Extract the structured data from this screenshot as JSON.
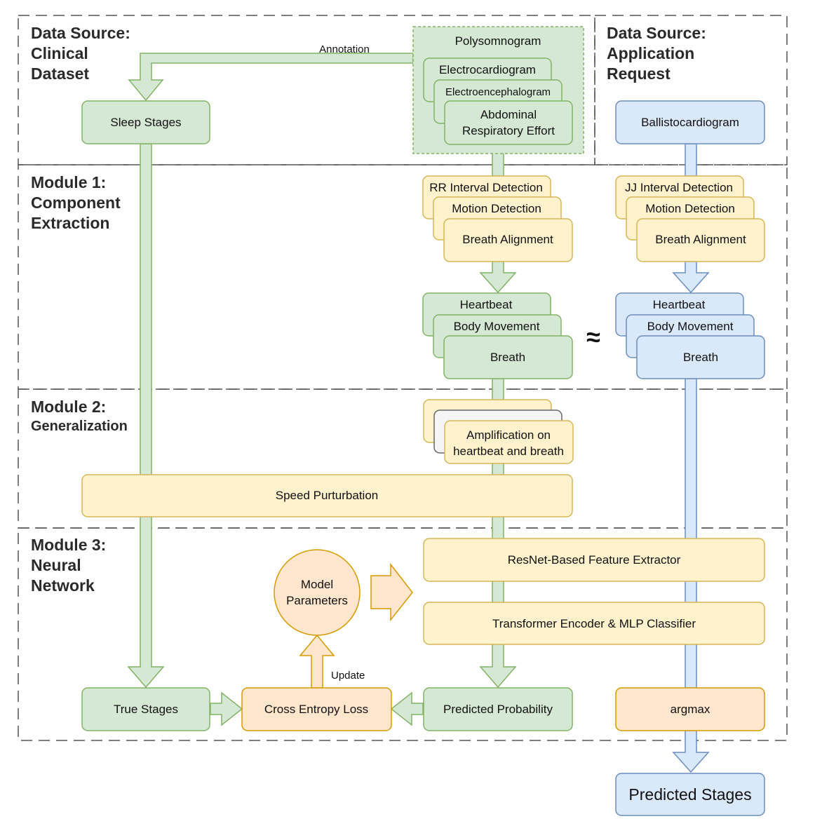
{
  "sections": {
    "clinical": [
      "Data Source:",
      "Clinical",
      "Dataset"
    ],
    "application": [
      "Data Source:",
      "Application",
      "Request"
    ],
    "module1": [
      "Module 1:",
      "Component",
      "Extraction"
    ],
    "module2": [
      "Module 2:",
      "Generalization"
    ],
    "module3": [
      "Module 3:",
      "Neural",
      "Network"
    ]
  },
  "clinical": {
    "polysomnogram": "Polysomnogram",
    "electrocardiogram": "Electrocardiogram",
    "electroencephalogram": "Electroencephalogram",
    "abdominal": [
      "Abdominal",
      "Respiratory Effort"
    ],
    "annotation": "Annotation",
    "sleep_stages": "Sleep Stages"
  },
  "application": {
    "ballistocardiogram": "Ballistocardiogram"
  },
  "module1": {
    "left_stack": [
      "RR Interval Detection",
      "Motion Detection",
      "Breath Alignment"
    ],
    "right_stack": [
      "JJ Interval Detection",
      "Motion Detection",
      "Breath Alignment"
    ],
    "left_components": [
      "Heartbeat",
      "Body Movement",
      "Breath"
    ],
    "right_components": [
      "Heartbeat",
      "Body Movement",
      "Breath"
    ],
    "approx": "≈"
  },
  "module2": {
    "amplification": [
      "Amplification on",
      "heartbeat and breath"
    ],
    "speed_perturbation": "Speed Purturbation"
  },
  "module3": {
    "model_parameters": [
      "Model",
      "Parameters"
    ],
    "feature_extractor": "ResNet-Based Feature Extractor",
    "transformer": "Transformer Encoder & MLP Classifier",
    "true_stages": "True Stages",
    "cross_entropy": "Cross Entropy Loss",
    "predicted_probability": "Predicted Probability",
    "argmax": "argmax",
    "update": "Update"
  },
  "output": {
    "predicted_stages": "Predicted Stages"
  },
  "colors": {
    "green_fill": "#d5e8d4",
    "green_stroke": "#82b366",
    "yellow_fill": "#fff2cc",
    "yellow_stroke": "#d6b656",
    "blue_fill": "#dae8fc",
    "blue_stroke": "#6c8ebf",
    "orange_fill": "#ffe6cc",
    "orange_stroke": "#d79b00",
    "gray_fill": "#f5f5f5",
    "gray_stroke": "#666666"
  }
}
